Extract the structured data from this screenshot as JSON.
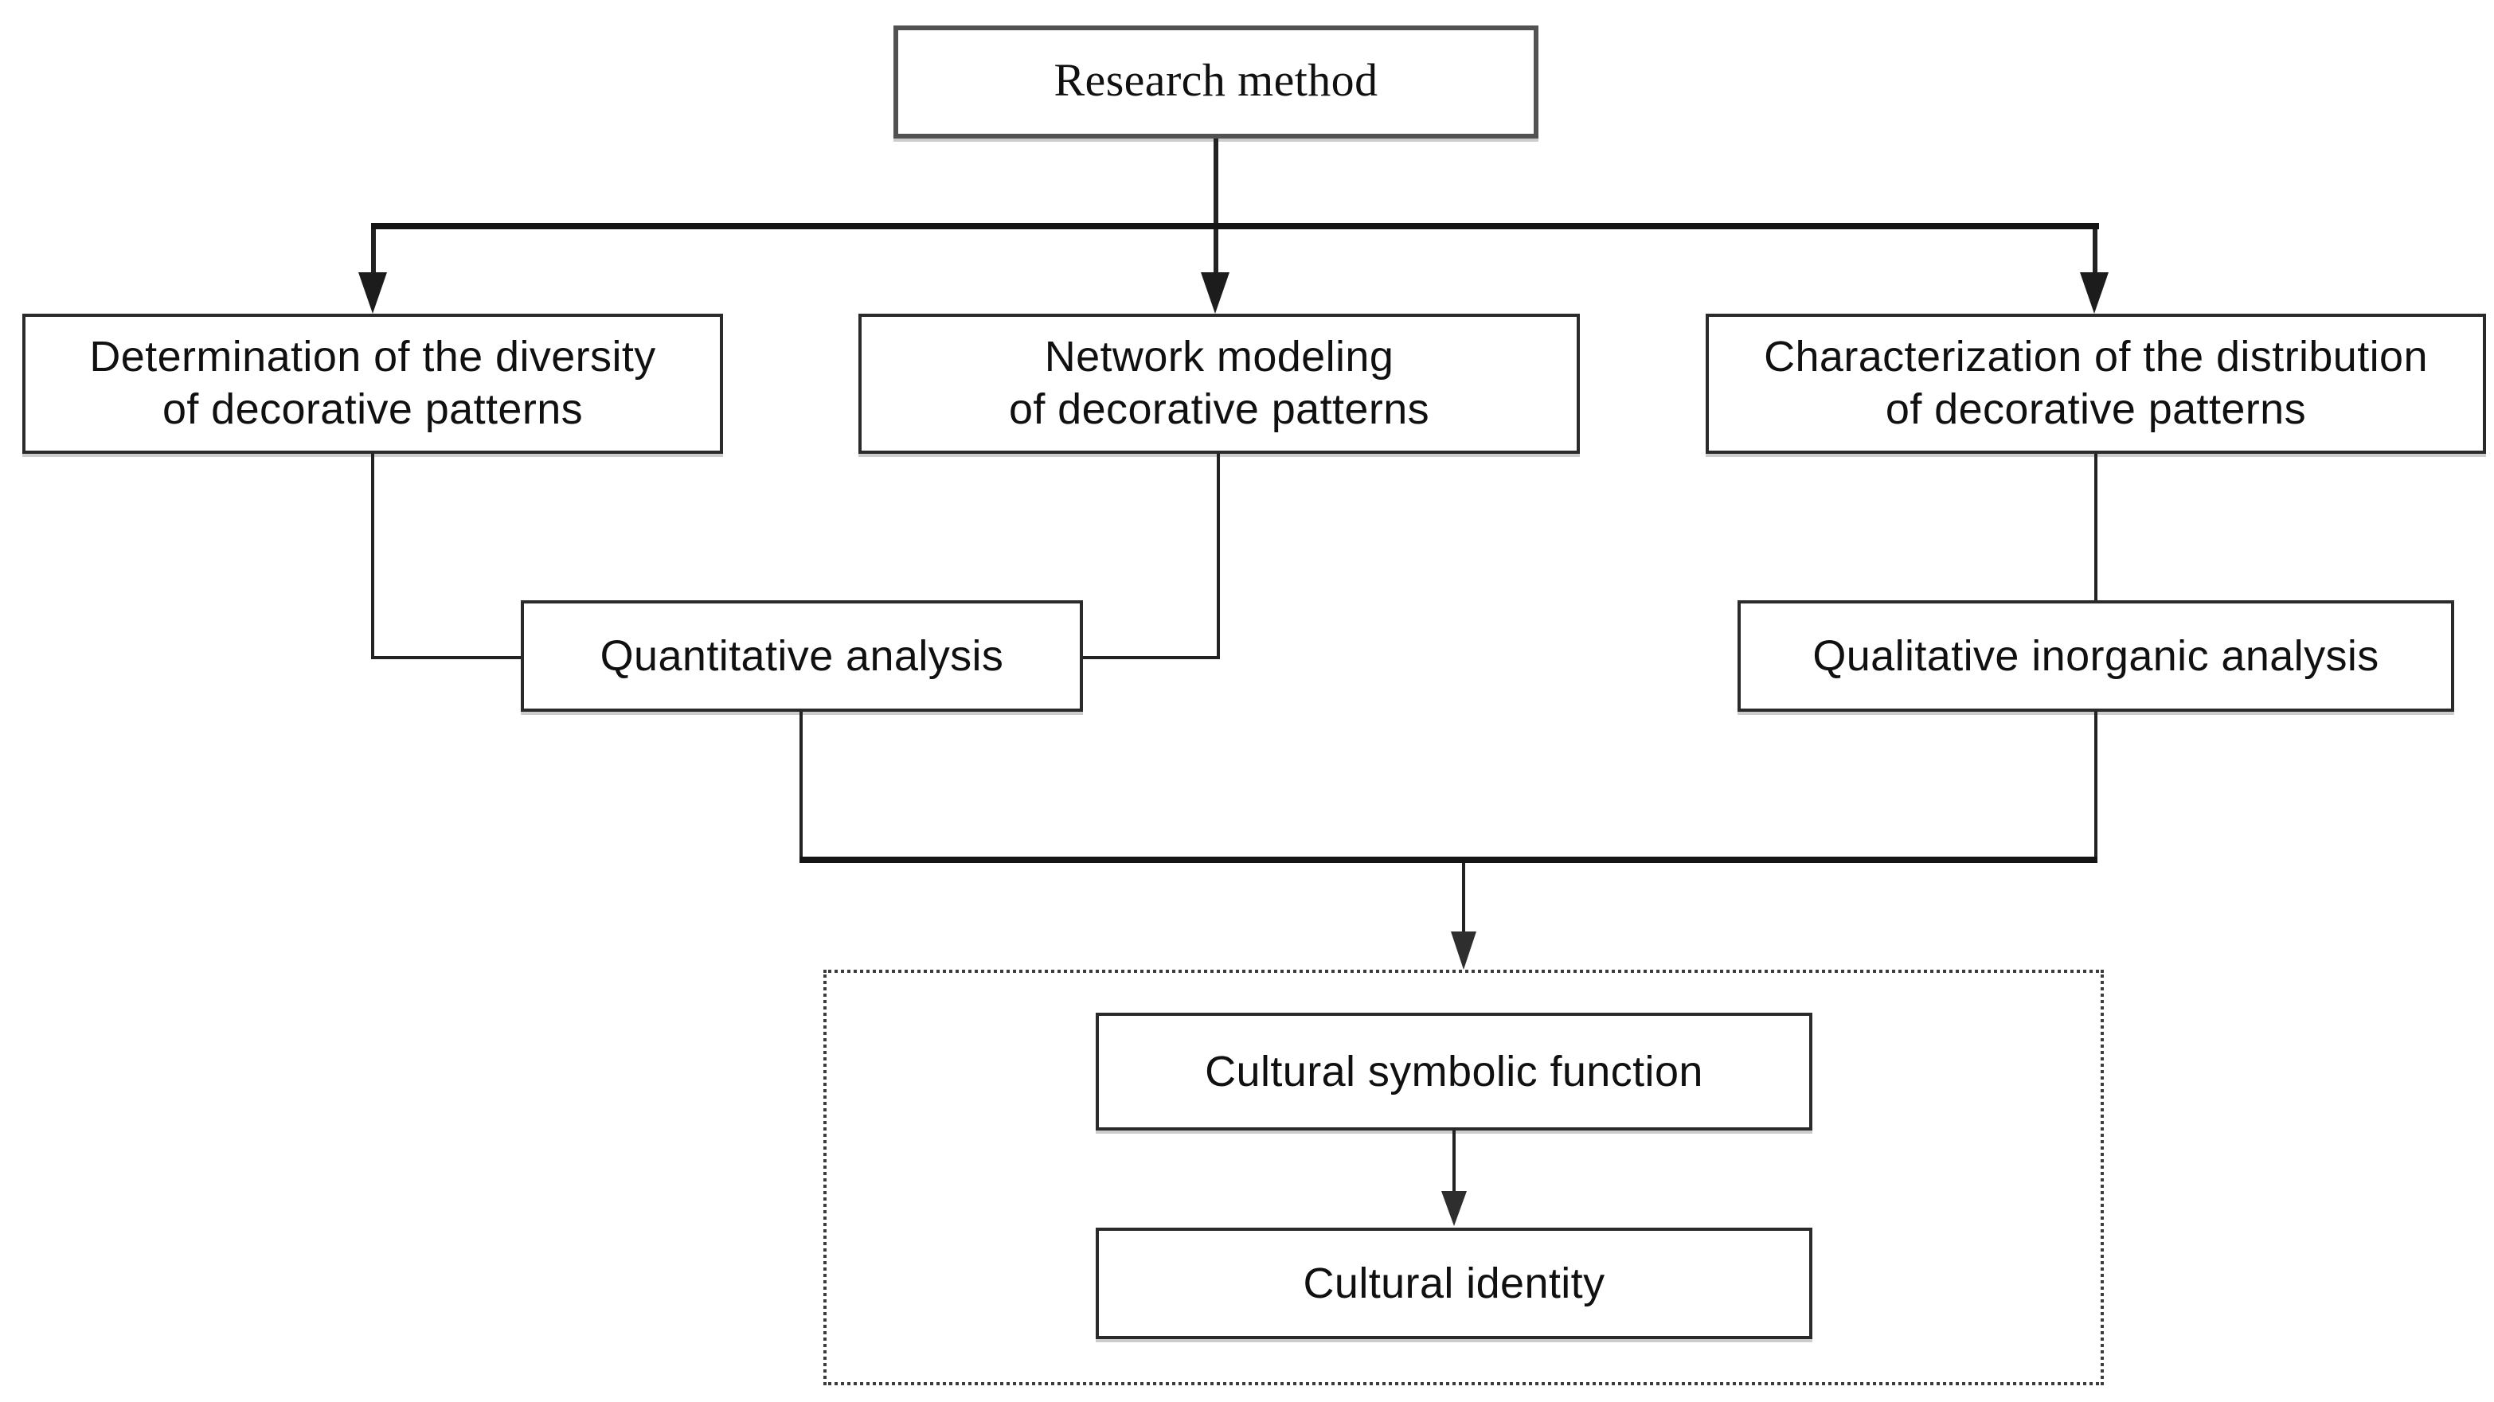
{
  "figure": {
    "type": "flowchart",
    "background_color": "#ffffff",
    "line_color": "#222222",
    "thick_line_color": "#151515",
    "box_border_color": "#2a2a2a",
    "text_color": "#101010"
  },
  "nodes": {
    "research": {
      "label": "Research method"
    },
    "determination": {
      "label": "Determination of the diversity\nof decorative patterns"
    },
    "network": {
      "label": "Network modeling\nof decorative patterns"
    },
    "characterization": {
      "label": "Characterization of the distribution\nof decorative patterns"
    },
    "quantitative": {
      "label": "Quantitative analysis"
    },
    "qualitative": {
      "label": "Qualitative inorganic analysis"
    },
    "cultural_symbolic": {
      "label": "Cultural symbolic function"
    },
    "cultural_identity": {
      "label": "Cultural identity"
    }
  },
  "edges": [
    {
      "from": "research",
      "to": "determination"
    },
    {
      "from": "research",
      "to": "network"
    },
    {
      "from": "research",
      "to": "characterization"
    },
    {
      "from": "determination",
      "to": "quantitative"
    },
    {
      "from": "network",
      "to": "quantitative"
    },
    {
      "from": "characterization",
      "to": "qualitative"
    },
    {
      "from": "quantitative",
      "to": "cultural_outcome_group"
    },
    {
      "from": "qualitative",
      "to": "cultural_outcome_group"
    },
    {
      "from": "cultural_symbolic",
      "to": "cultural_identity"
    }
  ]
}
